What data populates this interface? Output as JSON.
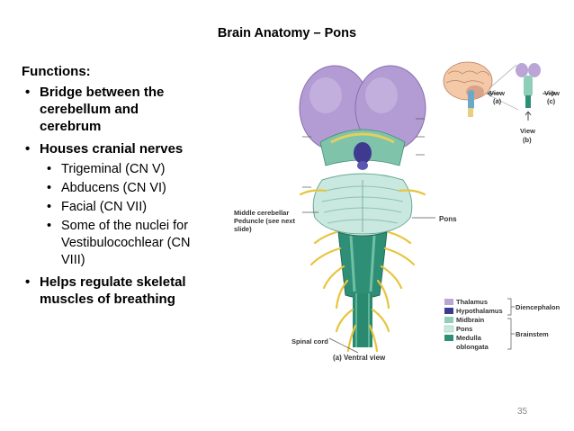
{
  "slide": {
    "title": "Brain Anatomy – Pons",
    "page_number": "35"
  },
  "content": {
    "functions_heading": "Functions:",
    "bullets": [
      {
        "text": "Bridge between the cerebellum and cerebrum",
        "lines": [
          "Bridge between the",
          "cerebellum and",
          "cerebrum"
        ]
      },
      {
        "text": "Houses cranial nerves",
        "lines": [
          "Houses cranial nerves"
        ]
      },
      {
        "text": "Helps regulate skeletal muscles of breathing",
        "lines": [
          "Helps regulate skeletal",
          "muscles of breathing"
        ]
      }
    ],
    "sub_bullets": [
      {
        "lines": [
          "Trigeminal (CN V)"
        ]
      },
      {
        "lines": [
          "Abducens (CN VI)"
        ]
      },
      {
        "lines": [
          "Facial (CN VII)"
        ]
      },
      {
        "lines": [
          "Some of the nuclei for",
          "Vestibulocochlear (CN",
          "VIII)"
        ]
      }
    ]
  },
  "figure": {
    "labels": {
      "middle_peduncle_1": "Middle cerebellar",
      "middle_peduncle_2": "Peduncle (see next",
      "middle_peduncle_3": "slide)",
      "pons": "Pons",
      "spinal_cord": "Spinal cord",
      "ventral_view": "(a) Ventral view",
      "view_a_1": "View",
      "view_a_2": "(a)",
      "view_b_1": "View",
      "view_b_2": "(b)",
      "view_c_1": "View",
      "view_c_2": "(c)"
    },
    "legend": {
      "items": [
        {
          "label": "Thalamus",
          "color": "#b9a6d6"
        },
        {
          "label": "Hypothalamus",
          "color": "#3d3a8f"
        },
        {
          "label": "Midbrain",
          "color": "#8fcfb8"
        },
        {
          "label": "Pons",
          "color": "#c9e8df"
        },
        {
          "label": "Medulla",
          "color": "#2f8f76"
        }
      ],
      "oblongata": "oblongata",
      "groups": [
        "Diencephalon",
        "Brainstem"
      ]
    }
  }
}
